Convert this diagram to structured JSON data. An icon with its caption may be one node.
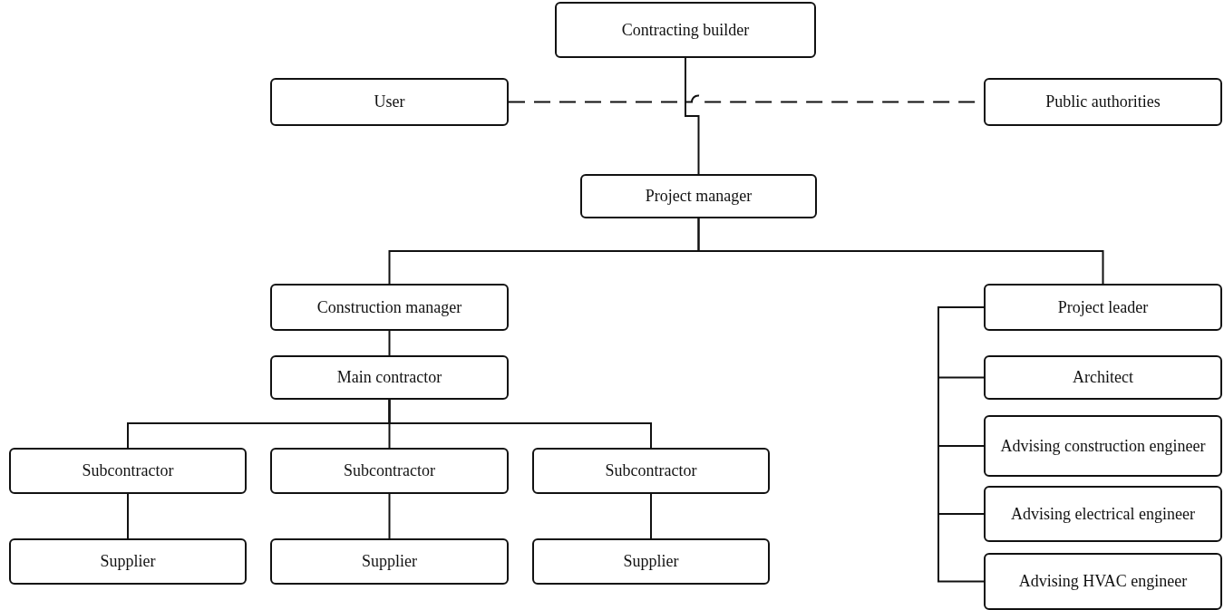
{
  "diagram": {
    "nodes": [
      {
        "text": [
          "Contracting builder"
        ]
      },
      {
        "text": [
          "User"
        ]
      },
      {
        "text": [
          "Public authorities"
        ]
      },
      {
        "text": [
          "Project manager"
        ]
      },
      {
        "text": [
          "Construction manager"
        ]
      },
      {
        "text": [
          "Project leader"
        ]
      },
      {
        "text": [
          "Main contractor"
        ]
      },
      {
        "text": [
          "Subcontractor"
        ]
      },
      {
        "text": [
          "Subcontractor"
        ]
      },
      {
        "text": [
          "Subcontractor"
        ]
      },
      {
        "text": [
          "Supplier"
        ]
      },
      {
        "text": [
          "Supplier"
        ]
      },
      {
        "text": [
          "Supplier"
        ]
      },
      {
        "text": [
          "Architect"
        ]
      },
      {
        "text": [
          "Advising construction engineer"
        ]
      },
      {
        "text": [
          "Advising electrical engineer"
        ]
      },
      {
        "text": [
          "Advising HVAC engineer"
        ]
      }
    ],
    "edges": [
      {
        "from": 0,
        "to": 3,
        "arrow": "none"
      },
      {
        "from": 1,
        "to": 2,
        "arrow": "none",
        "style": "dashed"
      },
      {
        "from": 3,
        "to": 4,
        "arrow": "none"
      },
      {
        "from": 3,
        "to": 5,
        "arrow": "none"
      },
      {
        "from": 4,
        "to": 6,
        "arrow": "none"
      },
      {
        "from": 6,
        "to": 7,
        "arrow": "none"
      },
      {
        "from": 6,
        "to": 8,
        "arrow": "none"
      },
      {
        "from": 6,
        "to": 9,
        "arrow": "none"
      },
      {
        "from": 7,
        "to": 10,
        "arrow": "none"
      },
      {
        "from": 8,
        "to": 11,
        "arrow": "none"
      },
      {
        "from": 9,
        "to": 12,
        "arrow": "none"
      },
      {
        "from": 5,
        "to": 13,
        "arrow": "none"
      },
      {
        "from": 5,
        "to": 14,
        "arrow": "none"
      },
      {
        "from": 5,
        "to": 15,
        "arrow": "none"
      },
      {
        "from": 5,
        "to": 16,
        "arrow": "none"
      }
    ]
  }
}
